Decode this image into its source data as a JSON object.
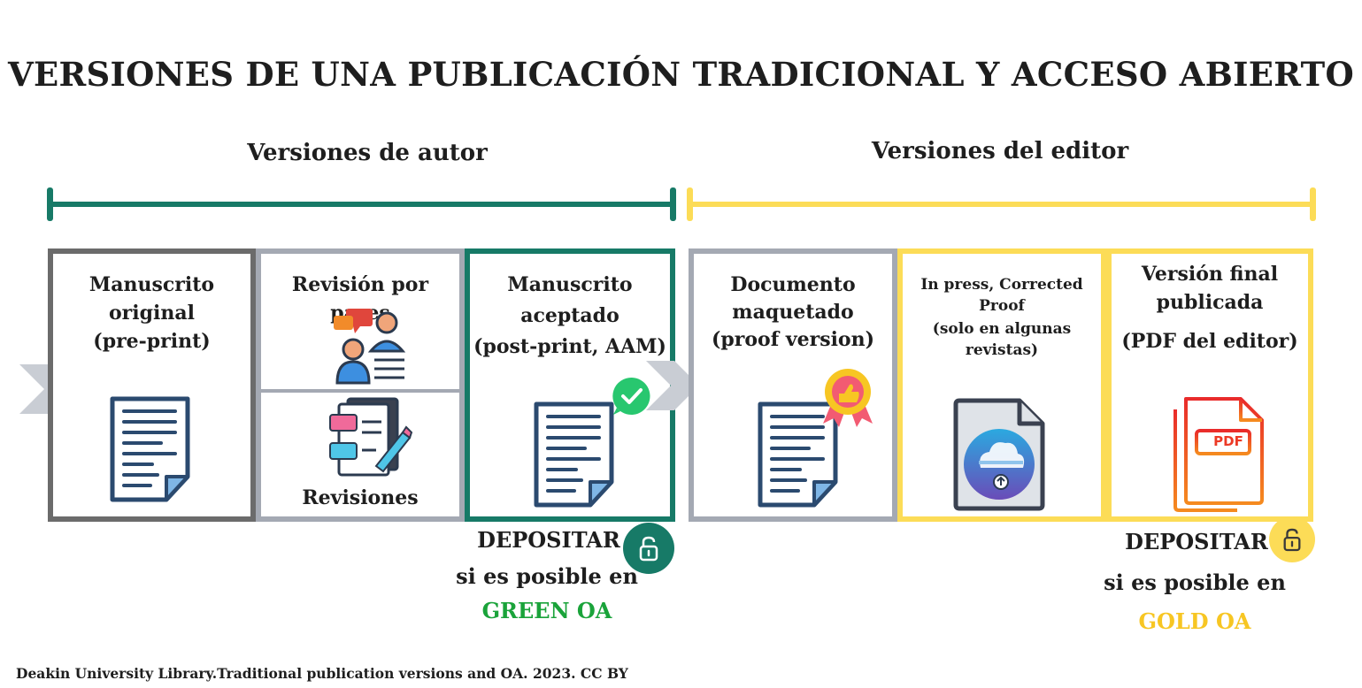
{
  "title": "VERSIONES DE UNA PUBLICACIÓN TRADICIONAL Y ACCESO ABIERTO",
  "colors": {
    "green": "#177a67",
    "yellow": "#fcdc57",
    "gray_dark": "#6b6b6b",
    "gray_light": "#a4a9b3",
    "green_text": "#1aa33a",
    "gold_text": "#f7c623"
  },
  "sections": {
    "author": "Versiones de autor",
    "editor": "Versiones del editor"
  },
  "boxes": {
    "preprint": {
      "line1": "Manuscrito",
      "line2": "original",
      "line3": "(pre-print)"
    },
    "peer_review": {
      "title": "Revisión por pares",
      "revisions": "Revisiones"
    },
    "accepted": {
      "line1": "Manuscrito",
      "line2": "aceptado",
      "line3": "(post-print, AAM)"
    },
    "proof": {
      "line1": "Documento",
      "line2": "maquetado",
      "line3": "(proof version)"
    },
    "in_press": {
      "line1": "In press, Corrected Proof",
      "line2": "(solo en algunas revistas)"
    },
    "final": {
      "line1": "Versión final",
      "line2": "publicada",
      "line3": "(PDF del editor)"
    }
  },
  "green_deposit": {
    "line1": "DEPOSITAR",
    "line2": "si es posible en",
    "oa": "GREEN OA"
  },
  "gold_deposit": {
    "line1": "DEPOSITAR",
    "line2": "si es posible en",
    "oa": "GOLD OA"
  },
  "pdf_label": "PDF",
  "footer": "Deakin University Library.Traditional publication versions and OA. 2023. CC BY"
}
